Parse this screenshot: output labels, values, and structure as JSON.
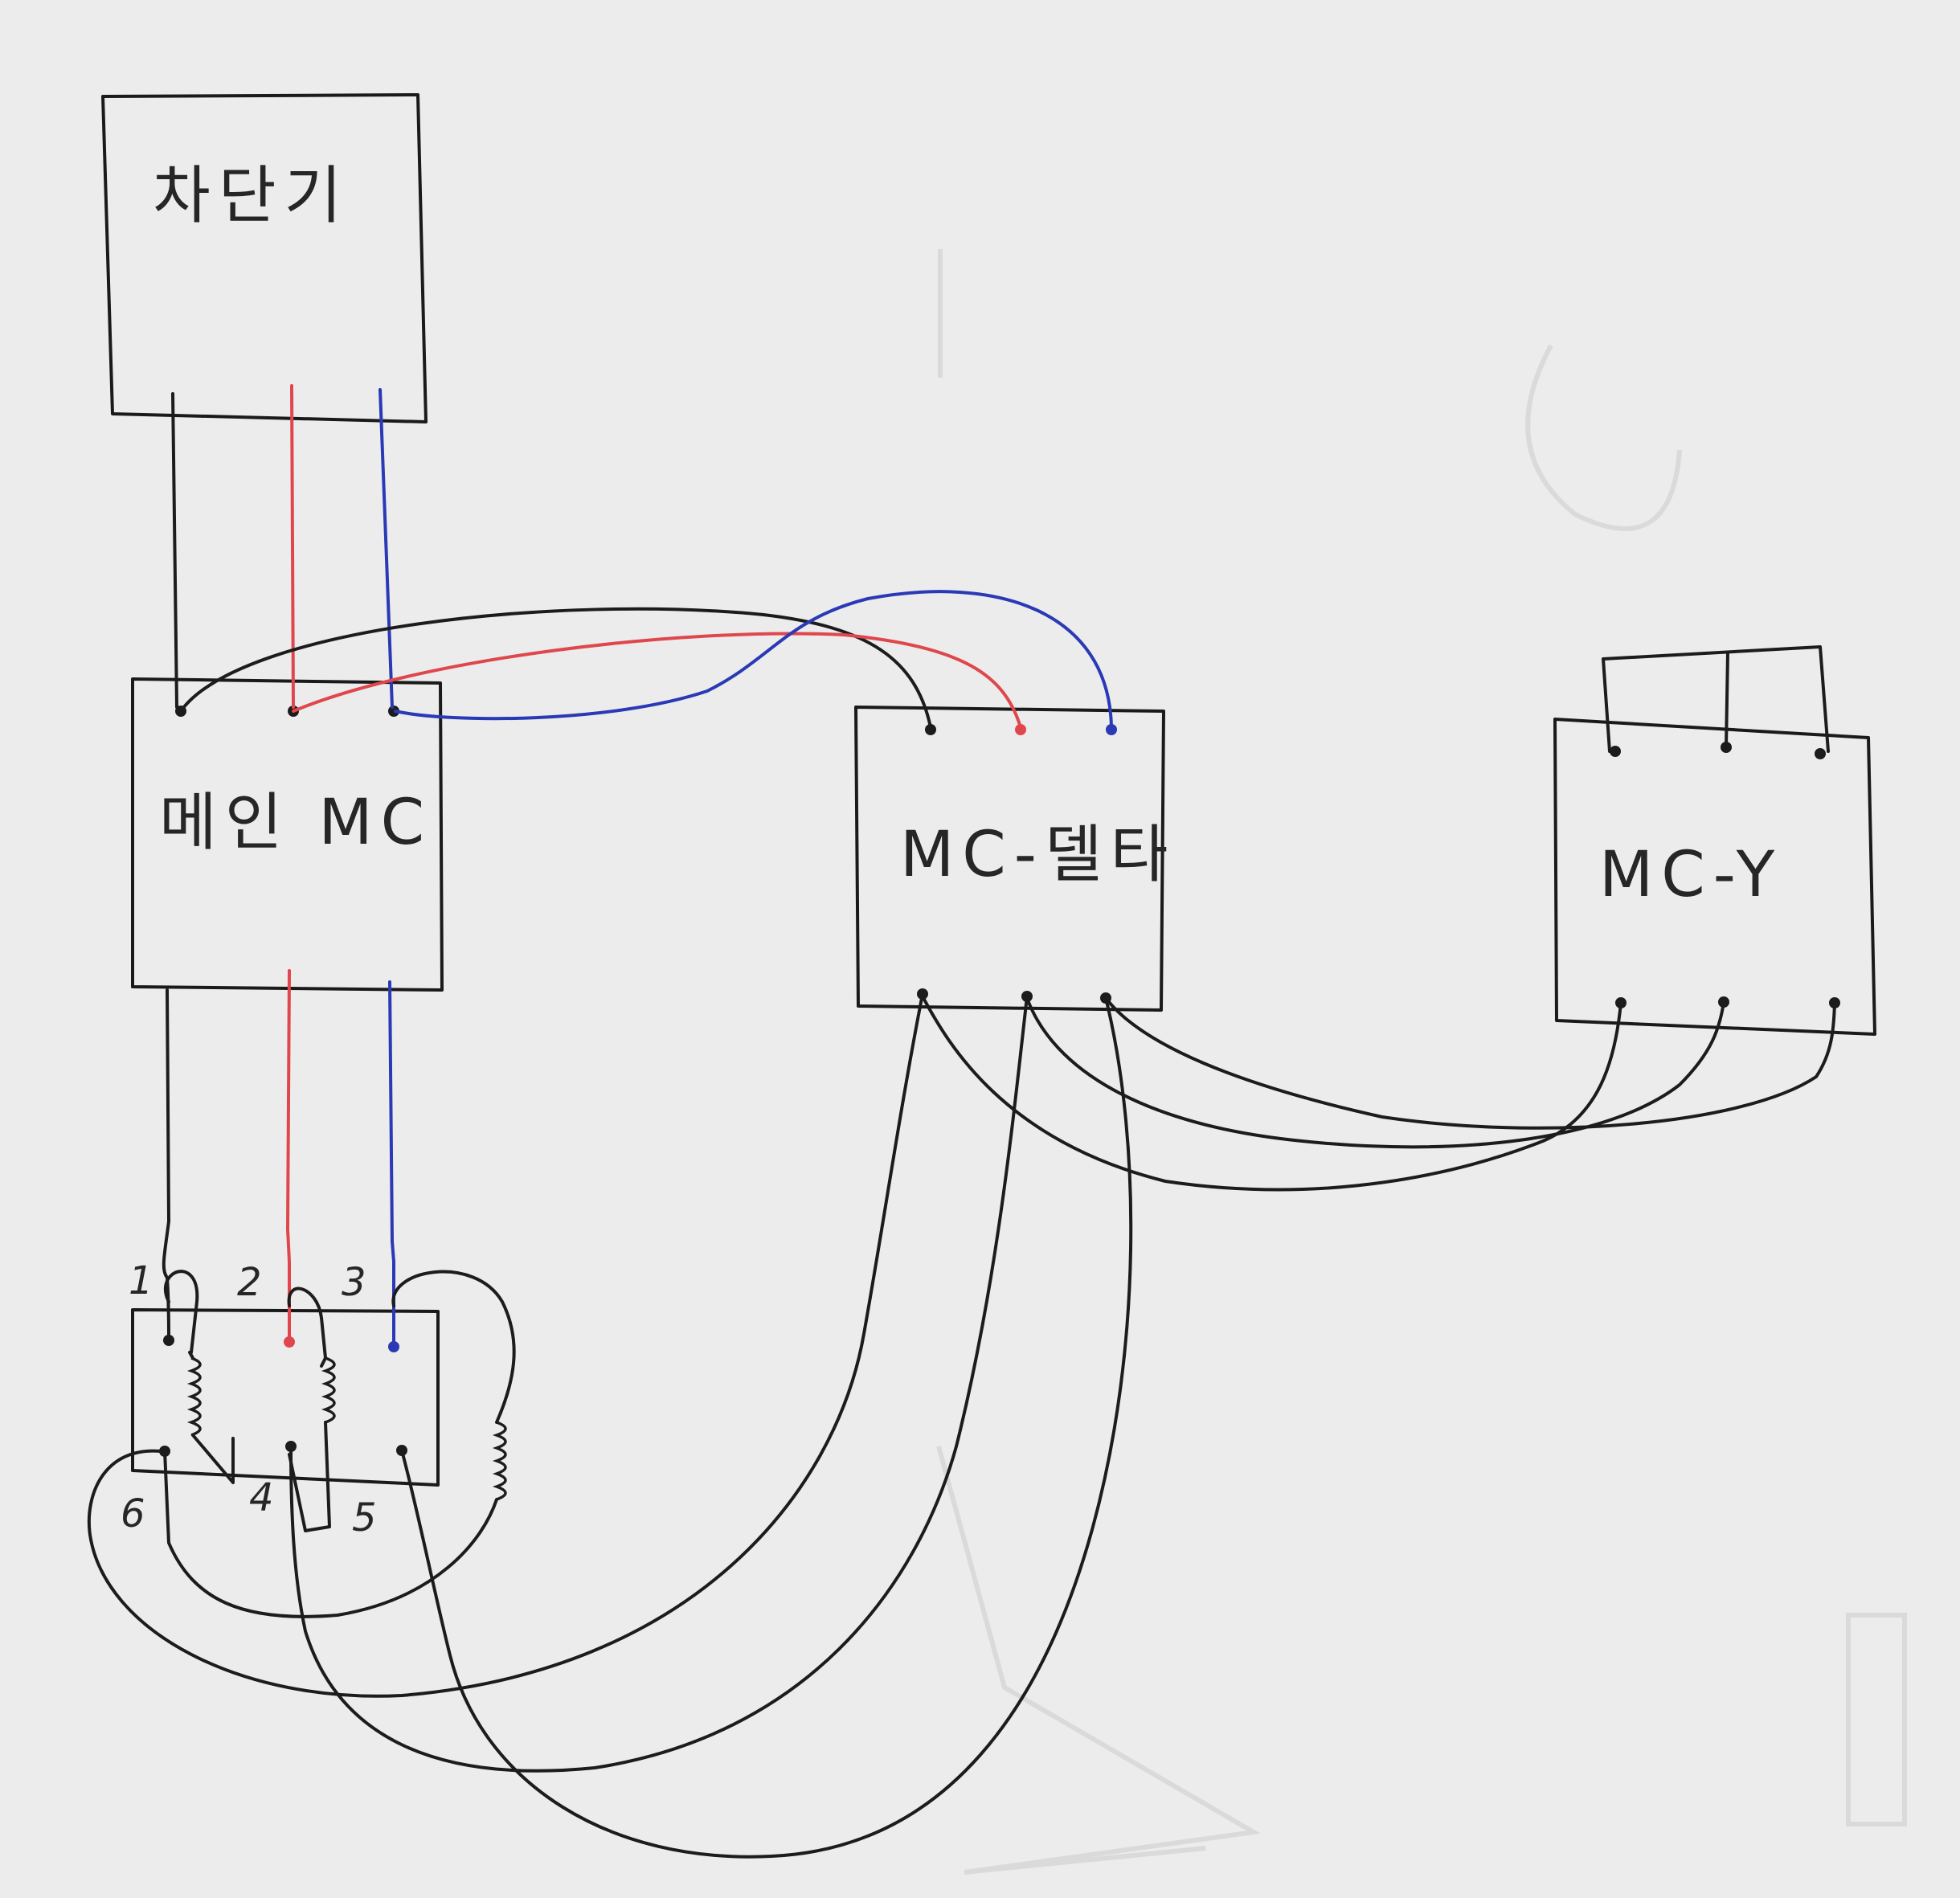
{
  "diagram": {
    "components": {
      "breaker": {
        "label": "차단기"
      },
      "main_mc": {
        "label": "메인 MC"
      },
      "mc_delta": {
        "label": "MC-델타"
      },
      "mc_y": {
        "label": "MC-Y"
      },
      "motor": {
        "terminals_top": [
          "1",
          "2",
          "3"
        ],
        "terminals_bottom": [
          "6",
          "4",
          "5"
        ]
      }
    },
    "wire_colors": {
      "phase_1": "#1c1c1c",
      "phase_2": "#e0474c",
      "phase_3": "#2a39b5"
    },
    "paper_color": "#ececec"
  }
}
